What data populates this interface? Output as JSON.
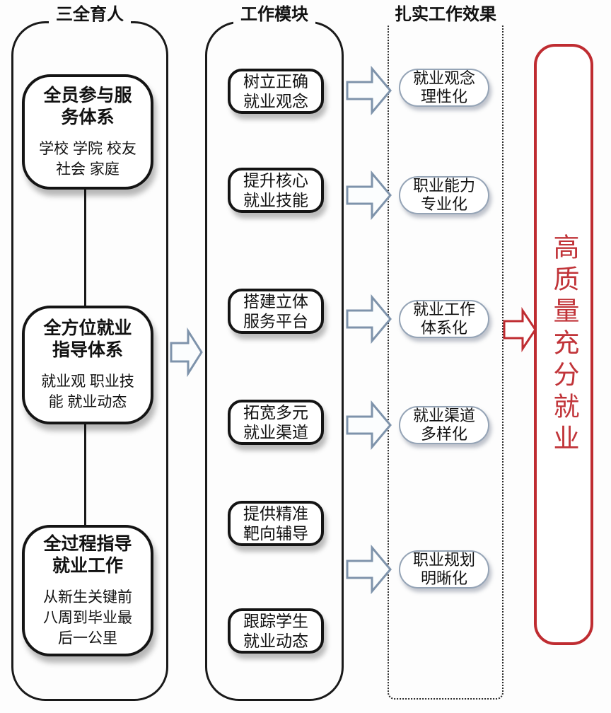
{
  "diagram": {
    "columns": {
      "education": {
        "header": "三全育人",
        "boxes": [
          {
            "title": [
              "全员参与服",
              "务体系"
            ],
            "detail": [
              "学校 学院 校友",
              "社会 家庭"
            ]
          },
          {
            "title": [
              "全方位就业",
              "指导体系"
            ],
            "detail": [
              "就业观 职业技",
              "能 就业动态"
            ]
          },
          {
            "title": [
              "全过程指导",
              "就业工作"
            ],
            "detail": [
              "从新生关键前",
              "八周到毕业最",
              "后一公里"
            ]
          }
        ]
      },
      "modules": {
        "header": "工作模块",
        "boxes": [
          {
            "label": [
              "树立正确",
              "就业观念"
            ]
          },
          {
            "label": [
              "提升核心",
              "就业技能"
            ]
          },
          {
            "label": [
              "搭建立体",
              "服务平台"
            ]
          },
          {
            "label": [
              "拓宽多元",
              "就业渠道"
            ]
          },
          {
            "label": [
              "提供精准",
              "靶向辅导"
            ]
          },
          {
            "label": [
              "跟踪学生",
              "就业动态"
            ]
          }
        ]
      },
      "effects": {
        "header": "扎实工作效果",
        "boxes": [
          {
            "label": [
              "就业观念",
              "理性化"
            ]
          },
          {
            "label": [
              "职业能力",
              "专业化"
            ]
          },
          {
            "label": [
              "就业工作",
              "体系化"
            ]
          },
          {
            "label": [
              "就业渠道",
              "多样化"
            ]
          },
          {
            "label": [
              "职业规划",
              "明晰化"
            ]
          }
        ]
      }
    },
    "result": {
      "label": "高质量充分就业"
    },
    "colors": {
      "box_border": "#1a1a1a",
      "arrow_outline": "#7e93ab",
      "arrow_fill": "#fbfdfe",
      "pill_border": "#95a4b6",
      "accent_red": "#bf2c31"
    }
  }
}
